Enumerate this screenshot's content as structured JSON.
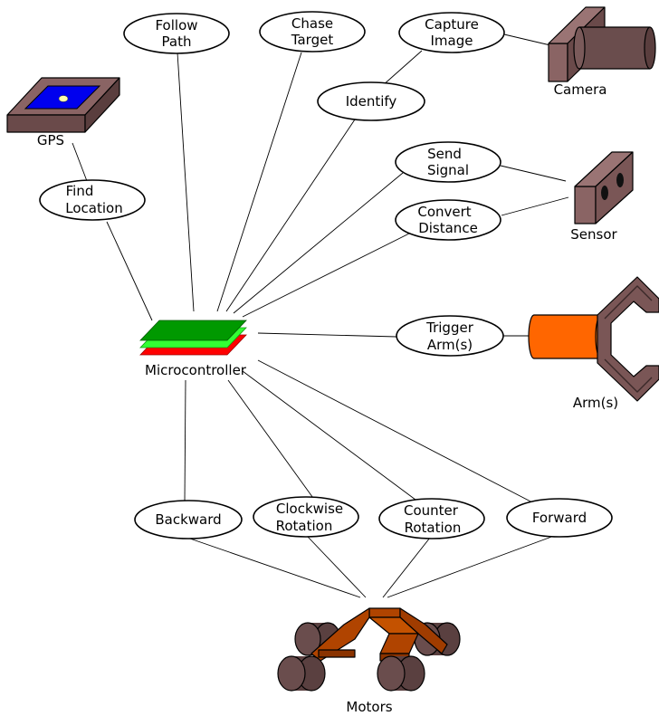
{
  "devices": {
    "gps": "GPS",
    "camera": "Camera",
    "sensor": "Sensor",
    "arms": "Arm(s)",
    "microcontroller": "Microcontroller",
    "motors": "Motors"
  },
  "functions": {
    "follow_path": [
      "Follow",
      "Path"
    ],
    "chase_target": [
      "Chase",
      "Target"
    ],
    "capture_image": [
      "Capture",
      "Image"
    ],
    "identify": [
      "Identify"
    ],
    "find_location": [
      "Find",
      "Location"
    ],
    "send_signal": [
      "Send",
      "Signal"
    ],
    "convert_distance": [
      "Convert",
      "Distance"
    ],
    "trigger_arms": [
      "Trigger",
      "Arm(s)"
    ],
    "backward": [
      "Backward"
    ],
    "clockwise_rotation": [
      "Clockwise",
      "Rotation"
    ],
    "counter_rotation": [
      "Counter",
      "Rotation"
    ],
    "forward": [
      "Forward"
    ]
  },
  "colors": {
    "device_brown": "#8a6464",
    "device_dark": "#5e4444",
    "gps_screen": "#0000ee",
    "board_top": "#009900",
    "board_mid": "#33ff33",
    "board_bottom": "#ff0000",
    "arm_orange": "#ff6600",
    "chassis": "#b04400",
    "wheel": "#6a4d4d"
  }
}
